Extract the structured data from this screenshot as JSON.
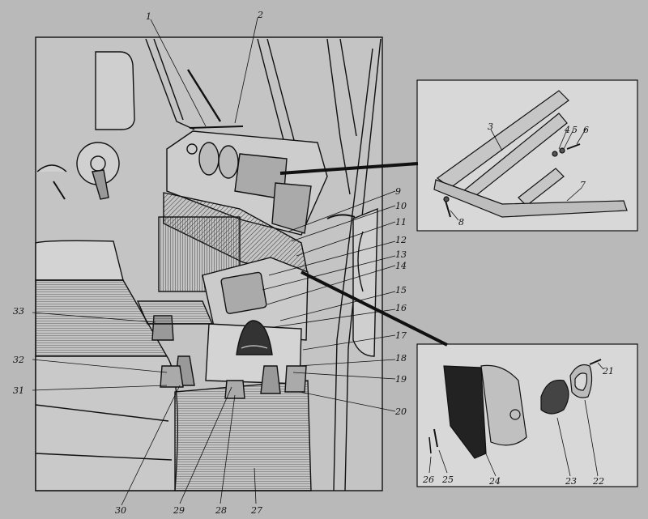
{
  "figure": {
    "labels": [
      {
        "id": "c1",
        "text": "1"
      },
      {
        "id": "c2",
        "text": "2"
      },
      {
        "id": "c3",
        "text": "3"
      },
      {
        "id": "c4",
        "text": "4"
      },
      {
        "id": "c5",
        "text": "5"
      },
      {
        "id": "c6",
        "text": "6"
      },
      {
        "id": "c7",
        "text": "7"
      },
      {
        "id": "c8",
        "text": "8"
      },
      {
        "id": "c9",
        "text": "9"
      },
      {
        "id": "c10",
        "text": "10"
      },
      {
        "id": "c11",
        "text": "11"
      },
      {
        "id": "c12",
        "text": "12"
      },
      {
        "id": "c13",
        "text": "13"
      },
      {
        "id": "c14",
        "text": "14"
      },
      {
        "id": "c15",
        "text": "15"
      },
      {
        "id": "c16",
        "text": "16"
      },
      {
        "id": "c17",
        "text": "17"
      },
      {
        "id": "c18",
        "text": "18"
      },
      {
        "id": "c19",
        "text": "19"
      },
      {
        "id": "c20",
        "text": "20"
      },
      {
        "id": "c21",
        "text": "21"
      },
      {
        "id": "c22",
        "text": "22"
      },
      {
        "id": "c23",
        "text": "23"
      },
      {
        "id": "c24",
        "text": "24"
      },
      {
        "id": "c25",
        "text": "25"
      },
      {
        "id": "c26",
        "text": "26"
      },
      {
        "id": "c27",
        "text": "27"
      },
      {
        "id": "c28",
        "text": "28"
      },
      {
        "id": "c29",
        "text": "29"
      },
      {
        "id": "c30",
        "text": "30"
      },
      {
        "id": "c31",
        "text": "31"
      },
      {
        "id": "c32",
        "text": "32"
      },
      {
        "id": "c33",
        "text": "33"
      }
    ]
  },
  "colors": {
    "background": "#b9b9b9",
    "ink": "#111111",
    "panel": "#d8d8d8"
  }
}
